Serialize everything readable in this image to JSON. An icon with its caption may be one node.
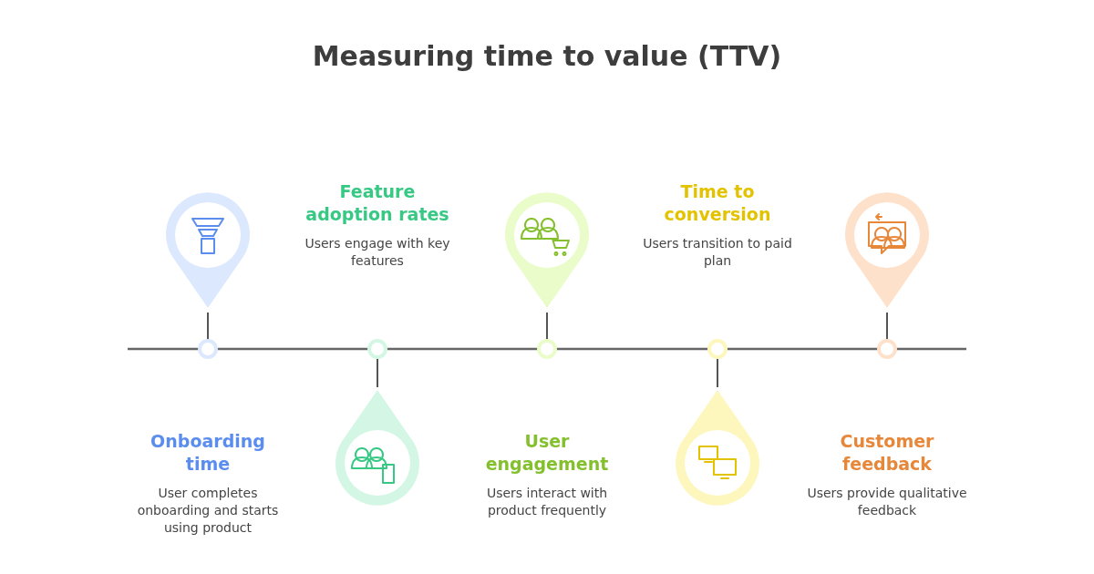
{
  "diagram": {
    "title": "Measuring time to value (TTV)",
    "nodes": [
      {
        "text": [
          "Onboarding time",
          "User completes onboarding and starts using product"
        ]
      },
      {
        "text": [
          "Feature adoption rates",
          "Users engage with key features"
        ]
      },
      {
        "text": [
          "User engagement",
          "Users interact with product frequently"
        ]
      },
      {
        "text": [
          "Time to conversion",
          "Users transition to paid plan"
        ]
      },
      {
        "text": [
          "Customer feedback",
          "Users provide qualitative feedback"
        ]
      }
    ]
  }
}
